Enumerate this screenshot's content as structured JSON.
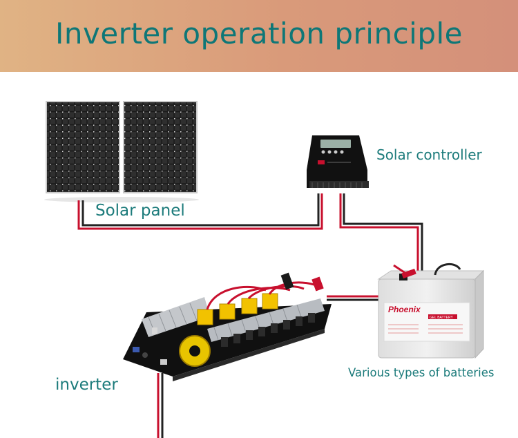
{
  "title": "Inverter operation principle",
  "labels": {
    "solar_panel": "Solar panel",
    "solar_controller": "Solar controller",
    "inverter": "inverter",
    "batteries": "Various types of batteries"
  },
  "battery": {
    "brand": "Phoenix",
    "tag": "GEL BATTERY"
  },
  "colors": {
    "title_text": "#0e7777",
    "label_text": "#1c7b7b",
    "wire_red": "#c8102e",
    "wire_black": "#222222",
    "banner_left": "#e0b384",
    "banner_right": "#d4907a"
  }
}
